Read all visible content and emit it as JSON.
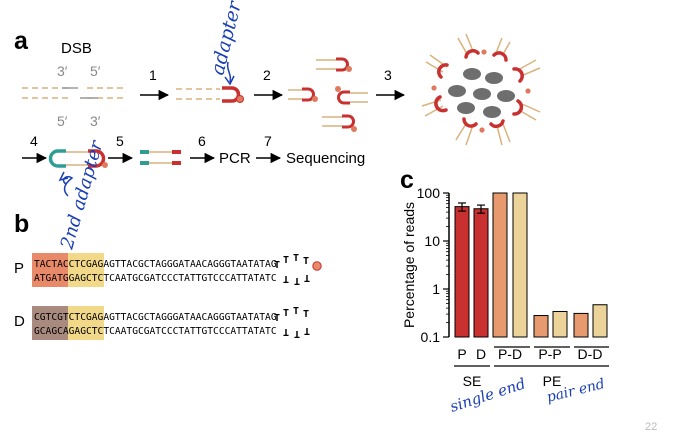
{
  "panels": {
    "a": "a",
    "b": "b",
    "c": "c"
  },
  "panel_a": {
    "dsb_label": "DSB",
    "end_top_left": "3′",
    "end_top_right": "5′",
    "end_bottom_left": "5′",
    "end_bottom_right": "3′",
    "steps": [
      "1",
      "2",
      "3",
      "4",
      "5",
      "6",
      "7"
    ],
    "pcr_label": "PCR",
    "sequencing_label": "Sequencing",
    "handwritten_adapter": "adapter",
    "handwritten_second_adapter": "2nd adapter"
  },
  "panel_b": {
    "rows": [
      {
        "label": "P",
        "top_highlight": "TACTACCTCGAG",
        "top_rest": "AGTTACGCTAGGGATAACAGGGTAATATAG",
        "bottom_highlight": "ATGATGGAGCTC",
        "bottom_rest": "TCAATGCGATCCCTATTGTCCCATTATATC"
      },
      {
        "label": "D",
        "top_highlight": "CGTCGTCTCGAG",
        "top_rest": "AGTTACGCTAGGGATAACAGGGTAATATAG",
        "bottom_highlight": "GCAGCAGAGCTC",
        "bottom_rest": "TCAATGCGATCCCTATTGTCCCATTATATC"
      }
    ],
    "colors": {
      "p_prefix": "#E8896A",
      "d_prefix": "#A88B7E",
      "shared": "#F2D98A"
    }
  },
  "chart_data": {
    "type": "bar",
    "ylabel": "Percentage of reads",
    "yscale": "log",
    "ylim": [
      0.1,
      100
    ],
    "yticks": [
      "0.1",
      "1",
      "10",
      "100"
    ],
    "categories": [
      "P",
      "D",
      "P-D",
      "P-D",
      "P-P",
      "P-P",
      "D-D",
      "D-D"
    ],
    "category_labels": [
      "P",
      "D",
      "P-D",
      "P-P",
      "D-D"
    ],
    "values": [
      52,
      47,
      100,
      100,
      0.28,
      0.34,
      0.31,
      0.47
    ],
    "error": [
      10,
      9,
      0,
      0,
      0,
      0,
      0,
      0
    ],
    "bar_colors": [
      "#C8312F",
      "#C8312F",
      "#E79A6E",
      "#EBD39A",
      "#E79A6E",
      "#EBD39A",
      "#E79A6E",
      "#EBD39A"
    ],
    "groups": [
      "SE",
      "PE"
    ],
    "handwritten_se": "single end",
    "handwritten_pe": "pair end"
  },
  "page_number": "22",
  "colors": {
    "red": "#C8312F",
    "tan": "#D9B27C",
    "gray": "#6E6E6E",
    "ink": "#1a3fb5",
    "teal": "#2E9E95"
  }
}
